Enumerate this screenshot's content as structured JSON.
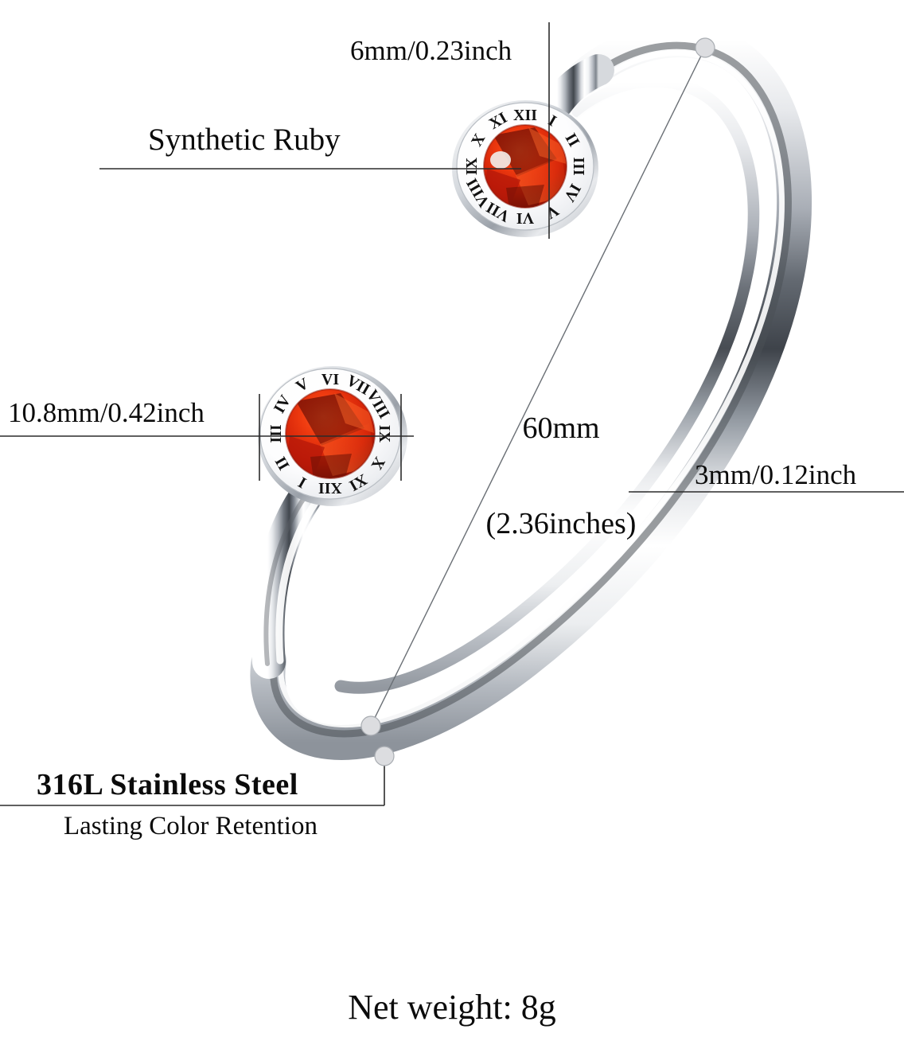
{
  "product": {
    "type": "bangle-bracelet-spec-diagram",
    "net_weight_label": "Net weight: 8g"
  },
  "callouts": {
    "gem_thickness": "6mm/0.23inch",
    "gem_material": "Synthetic Ruby",
    "disc_diameter": "10.8mm/0.42inch",
    "bangle_diameter_mm": "60mm",
    "bangle_diameter_in": "(2.36inches)",
    "band_width": "3mm/0.12inch",
    "material": "316L Stainless Steel",
    "material_sub": "Lasting Color Retention"
  },
  "dial": {
    "numerals": [
      "XII",
      "I",
      "II",
      "III",
      "IV",
      "V",
      "VI",
      "VII",
      "VIII",
      "IX",
      "X",
      "XI"
    ]
  },
  "colors": {
    "gem_bright": "#ef3b10",
    "gem_mid": "#cf1f07",
    "gem_dark": "#7d1206",
    "gem_deep": "#4a0b04",
    "metal_light": "#ffffff",
    "metal_mid": "#c9ccd1",
    "metal_shadow": "#6f747b",
    "metal_dark": "#3d4147",
    "leader_line": "#2b2b2b",
    "dot_fill": "#dcdde0",
    "text": "#0b0b0b"
  }
}
